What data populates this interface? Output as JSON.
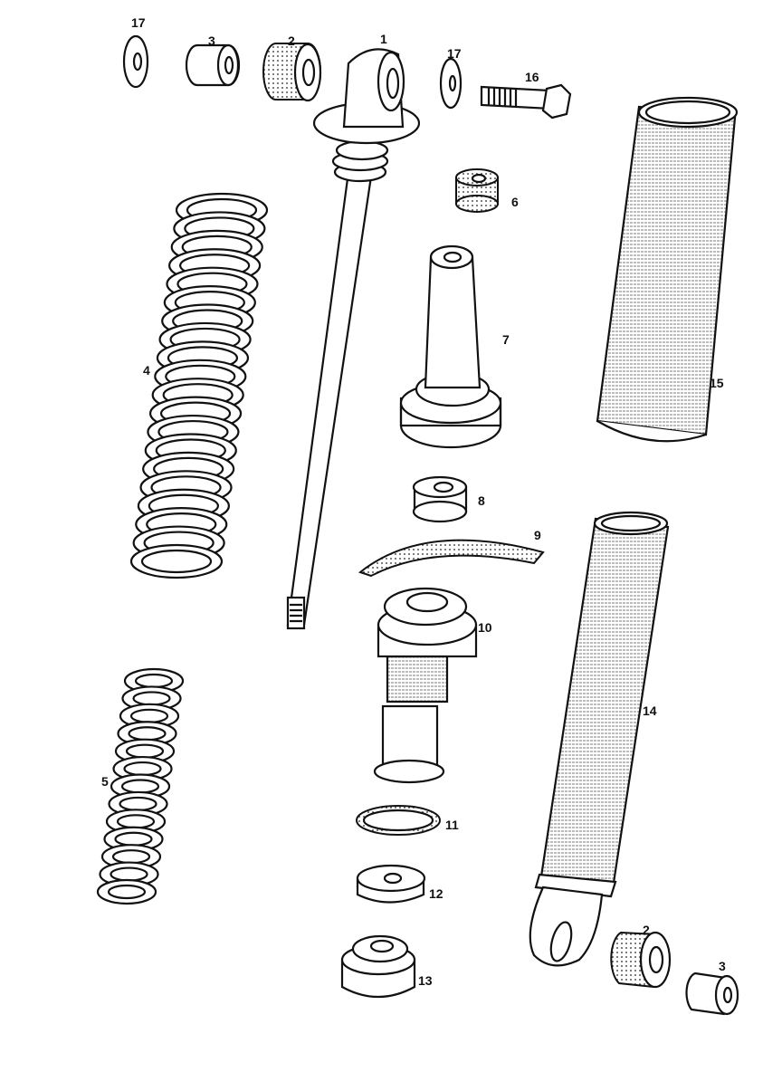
{
  "title": "Shock absorber exploded parts diagram",
  "part_labels": {
    "p1": "1",
    "p2_top": "2",
    "p2_bottom": "2",
    "p3_top": "3",
    "p3_bottom": "3",
    "p4": "4",
    "p5": "5",
    "p6": "6",
    "p7": "7",
    "p8": "8",
    "p9": "9",
    "p10": "10",
    "p11": "11",
    "p12": "12",
    "p13": "13",
    "p14": "14",
    "p15": "15",
    "p16": "16",
    "p17_left": "17",
    "p17_right": "17"
  }
}
